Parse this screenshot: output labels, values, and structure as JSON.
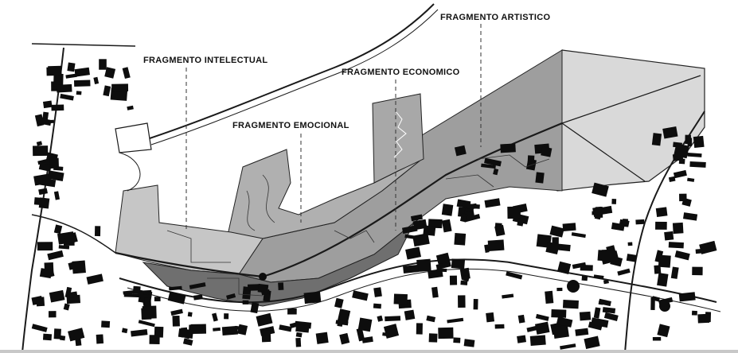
{
  "map": {
    "labels": {
      "artistico": "FRAGMENTO ARTISTICO",
      "intelectual": "FRAGMENTO INTELECTUAL",
      "economico": "FRAGMENTO ECONOMICO",
      "emocional": "FRAGMENTO EMOCIONAL"
    },
    "colors": {
      "background": "#ffffff",
      "building": "#0d0d0d",
      "street_line": "#1a1a1a",
      "zone_light": "#d4d4d4",
      "zone_mid": "#a6a6a6",
      "zone_dark": "#6e6e6e",
      "river_line": "#111111"
    }
  }
}
